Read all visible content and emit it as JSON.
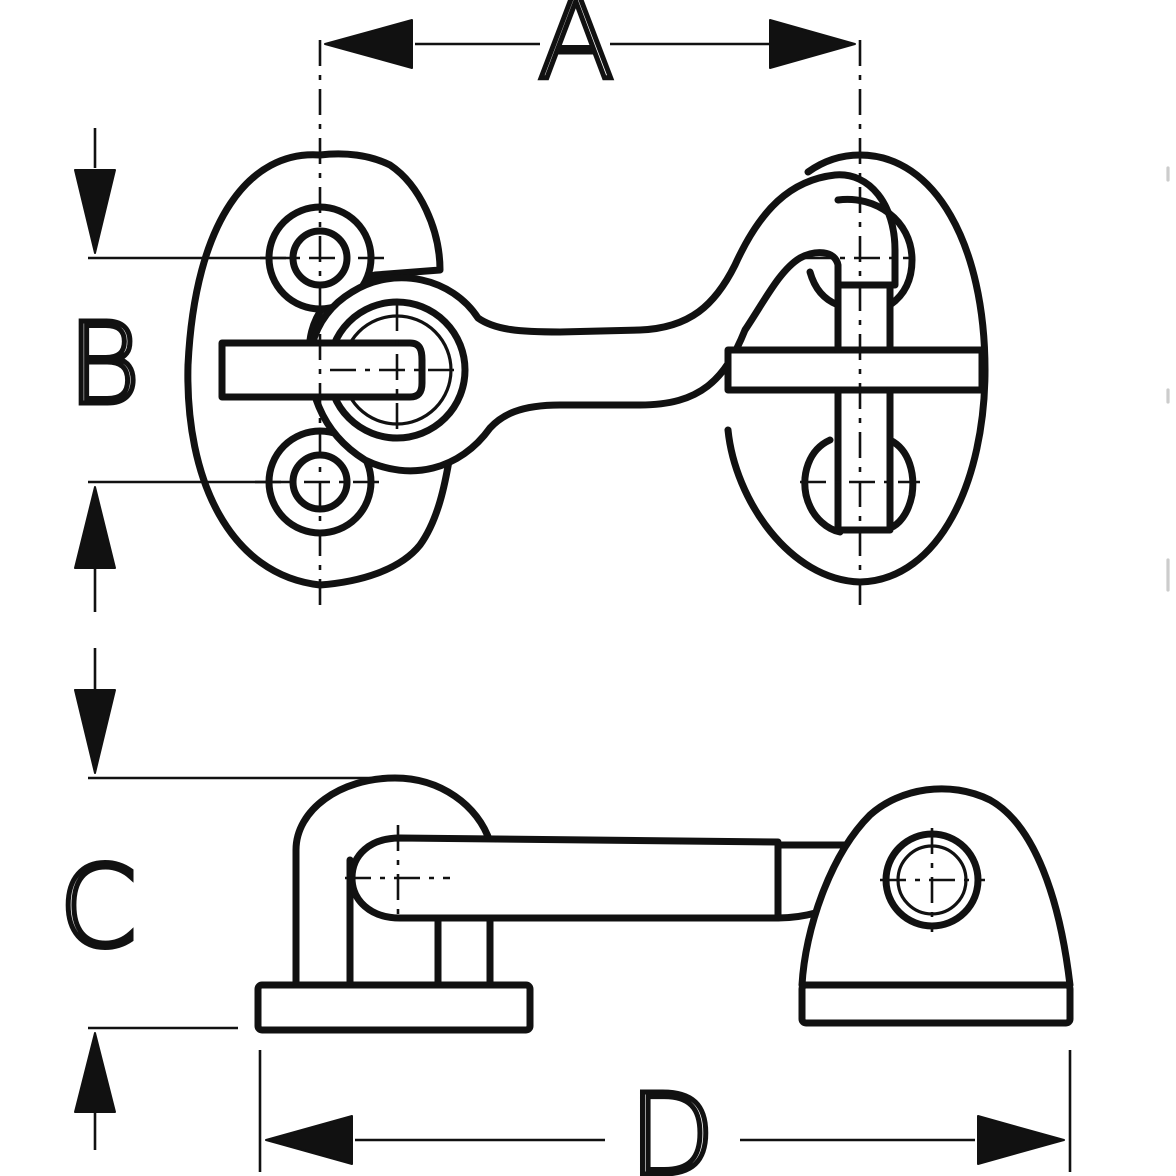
{
  "diagram": {
    "dimension_labels": {
      "a": "A",
      "b": "B",
      "c": "C",
      "d": "D"
    },
    "colors": {
      "line": "#111111",
      "background": "#ffffff"
    }
  }
}
